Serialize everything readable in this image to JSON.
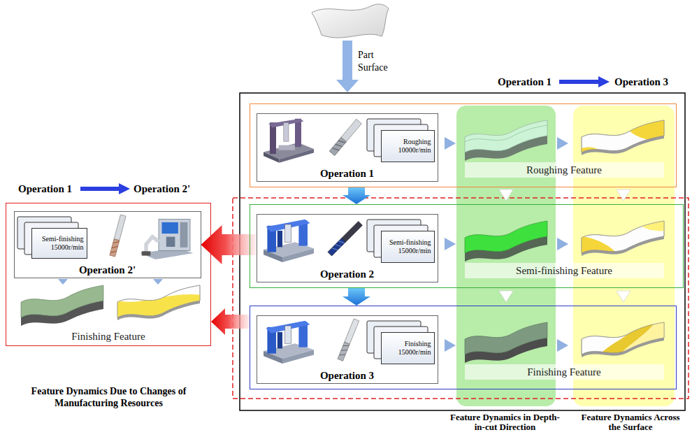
{
  "diagram": {
    "nodes": [
      {
        "text": [
          "Roughing Feature"
        ]
      },
      {
        "text": [
          "Operation 1"
        ],
        "in": 0
      },
      {
        "text": [
          "Roughing 10000r/min"
        ],
        "in": 1
      },
      {
        "text": [
          "Semi-finishing Feature"
        ]
      },
      {
        "text": [
          "Operation 2"
        ],
        "in": 3
      },
      {
        "text": [
          "Semi-finishing 15000r/min"
        ],
        "in": 4
      },
      {
        "text": [
          "Finishing Feature"
        ]
      },
      {
        "text": [
          "Operation 3"
        ],
        "in": 6
      },
      {
        "text": [
          "Finishing 15000r/min"
        ],
        "in": 7
      },
      {
        "text": [
          "Finishing Feature"
        ]
      },
      {
        "text": [
          "Operation 2'"
        ],
        "in": 9
      },
      {
        "text": [
          "Semi-finishing 15000r/min"
        ],
        "in": 10
      }
    ],
    "edges": [
      {
        "from": 0,
        "to": 3,
        "arrow": "to"
      },
      {
        "from": 3,
        "to": 6,
        "arrow": "to"
      },
      {
        "from": 4,
        "to": 10,
        "arrow": "to"
      },
      {
        "from": 6,
        "to": 9,
        "arrow": "to"
      }
    ],
    "labels": [
      "Part Surface",
      "Operation 1",
      "Operation 3",
      "Operation 1",
      "Operation 2'",
      "Feature Dynamics Due to Changes of Manufacturing Resources",
      "Feature Dynamics in Depth-in-cut Direction",
      "Feature Dynamics Across the Surface"
    ]
  }
}
